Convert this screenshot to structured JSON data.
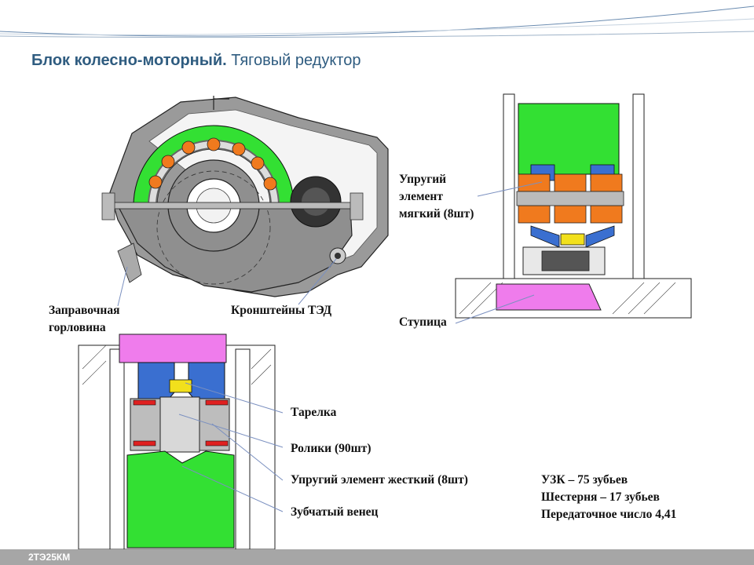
{
  "title": {
    "bold": "Блок колесно-моторный.",
    "normal": " Тяговый редуктор"
  },
  "labels": {
    "fill_neck_1": "Заправочная",
    "fill_neck_2": "горловина",
    "ted_brackets": "Кронштейны ТЭД",
    "soft_elem_1": "Упругий",
    "soft_elem_2": "элемент",
    "soft_elem_3": "мягкий (8шт)",
    "hub": "Ступица",
    "plate": "Тарелка",
    "rollers": "Ролики (90шт)",
    "hard_elem": "Упругий элемент жесткий (8шт)",
    "ring_gear": "Зубчатый венец"
  },
  "specs": {
    "uzk": "УЗК – 75 зубьев",
    "pinion": "Шестерня – 17 зубьев",
    "ratio": "Передаточное число 4,41"
  },
  "footer": "2ТЭ25КМ",
  "colors": {
    "title": "#2f5c80",
    "green": "#33e033",
    "orange": "#f07a1e",
    "blue": "#3a6fd0",
    "magenta": "#ef7cec",
    "gray": "#8c8c8c",
    "yellow": "#f2e01c",
    "red": "#e02020",
    "line": "#7b90c0",
    "footer": "#a6a6a6"
  }
}
